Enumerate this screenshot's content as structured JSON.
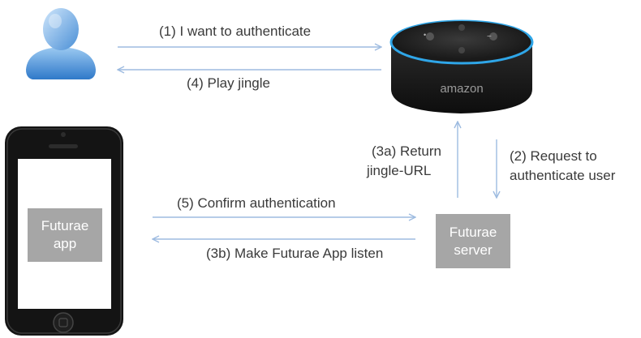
{
  "diagram": {
    "arrows": {
      "step1": "(1) I want to authenticate",
      "step4": "(4) Play jingle",
      "step3a_line1": "(3a) Return",
      "step3a_line2": "jingle-URL",
      "step2_line1": "(2) Request to",
      "step2_line2": "authenticate user",
      "step5": "(5) Confirm authentication",
      "step3b": "(3b) Make Futurae App listen"
    },
    "app_box": {
      "line1": "Futurae",
      "line2": "app"
    },
    "server_box": {
      "line1": "Futurae",
      "line2": "server"
    },
    "speaker_brand": "amazon",
    "colors": {
      "arrow": "#9dbbe0",
      "box": "#a6a6a6",
      "speaker_ring": "#2fa6e8",
      "user_blue": "#4a90d9"
    }
  }
}
